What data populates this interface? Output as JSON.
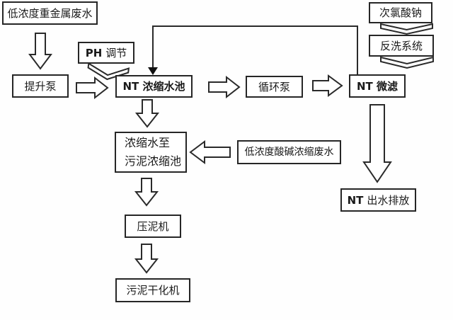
{
  "colors": {
    "ink": "#1a1a1a",
    "background": "#ffffff",
    "box_fill": "#ffffff"
  },
  "diagram": {
    "nodes": {
      "influent": {
        "label": "低浓度重金属废水"
      },
      "lift_pump": {
        "label": "提升泵"
      },
      "ph": {
        "bold": "PH",
        "rest": "调节"
      },
      "nt_tank": {
        "label": "NT 浓缩水池"
      },
      "circ_pump": {
        "label": "循环泵"
      },
      "nt_mf": {
        "label": "NT 微滤"
      },
      "naclo": {
        "label": "次氯酸钠"
      },
      "backwash": {
        "label": "反洗系统"
      },
      "concentrate": {
        "line1": "浓缩水至",
        "line2": "污泥浓缩池"
      },
      "acid_waste": {
        "label": "低浓度酸碱浓缩废水"
      },
      "effluent": {
        "bold": "NT",
        "rest": "出水排放"
      },
      "press": {
        "label": "压泥机"
      },
      "dryer": {
        "label": "污泥干化机"
      }
    },
    "edges": [
      {
        "from": "低浓度重金属废水",
        "to": "提升泵"
      },
      {
        "from": "提升泵",
        "to": "NT 浓缩水池"
      },
      {
        "from": "PH 调节",
        "to": "NT 浓缩水池"
      },
      {
        "from": "NT 浓缩水池",
        "to": "循环泵"
      },
      {
        "from": "循环泵",
        "to": "NT 微滤"
      },
      {
        "from": "次氯酸钠",
        "to": "反洗系统"
      },
      {
        "from": "反洗系统",
        "to": "NT 微滤"
      },
      {
        "from": "NT 微滤",
        "to": "NT 浓缩水池"
      },
      {
        "from": "NT 微滤",
        "to": "NT 出水排放"
      },
      {
        "from": "NT 浓缩水池",
        "to": "浓缩水至污泥浓缩池"
      },
      {
        "from": "低浓度酸碱浓缩废水",
        "to": "浓缩水至污泥浓缩池"
      },
      {
        "from": "浓缩水至污泥浓缩池",
        "to": "压泥机"
      },
      {
        "from": "压泥机",
        "to": "污泥干化机"
      }
    ]
  }
}
